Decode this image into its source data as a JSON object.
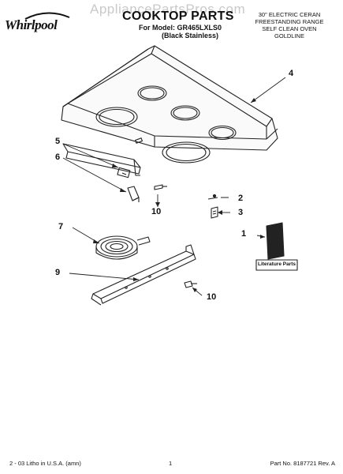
{
  "header": {
    "brand": "Whirlpool",
    "watermark": "AppliancePartsPros.com",
    "title": "COOKTOP PARTS",
    "model_line": "For Model: GR465LXLS0",
    "model_variant": "(Black Stainless)",
    "spec_lines": [
      "30\" ELECTRIC CERAN",
      "FREESTANDING RANGE",
      "SELF CLEAN OVEN",
      "GOLDLINE"
    ]
  },
  "callouts": [
    "4",
    "5",
    "6",
    "2",
    "10",
    "3",
    "7",
    "1",
    "9",
    "10"
  ],
  "literature_label": "Literature Parts",
  "footer": {
    "left": "2 - 03 Litho in U.S.A. (amn)",
    "center": "1",
    "right": "Part No. 8187721 Rev. A"
  }
}
